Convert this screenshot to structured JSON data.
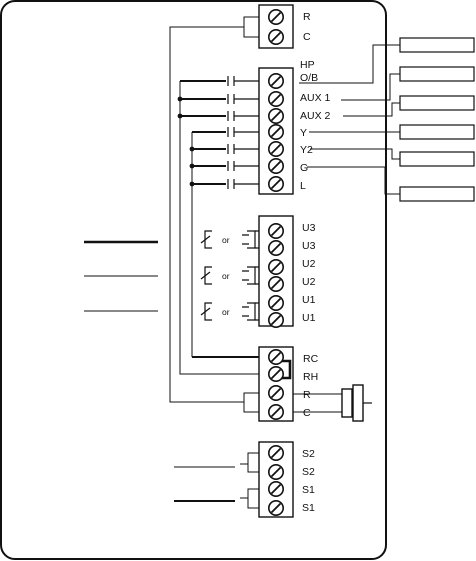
{
  "diagram": {
    "top_terminals": [
      "R",
      "C"
    ],
    "output_terminals": [
      "HP",
      "O/B",
      "AUX 1",
      "AUX 2",
      "Y",
      "Y2",
      "G",
      "L"
    ],
    "input_terminals": [
      "U3",
      "U3",
      "U2",
      "U2",
      "U1",
      "U1"
    ],
    "or_label": "or",
    "power_terminals": [
      "RC",
      "RH",
      "R",
      "C"
    ],
    "sensor_terminals": [
      "S2",
      "S2",
      "S1",
      "S1"
    ],
    "equipment_box_count": 6
  }
}
